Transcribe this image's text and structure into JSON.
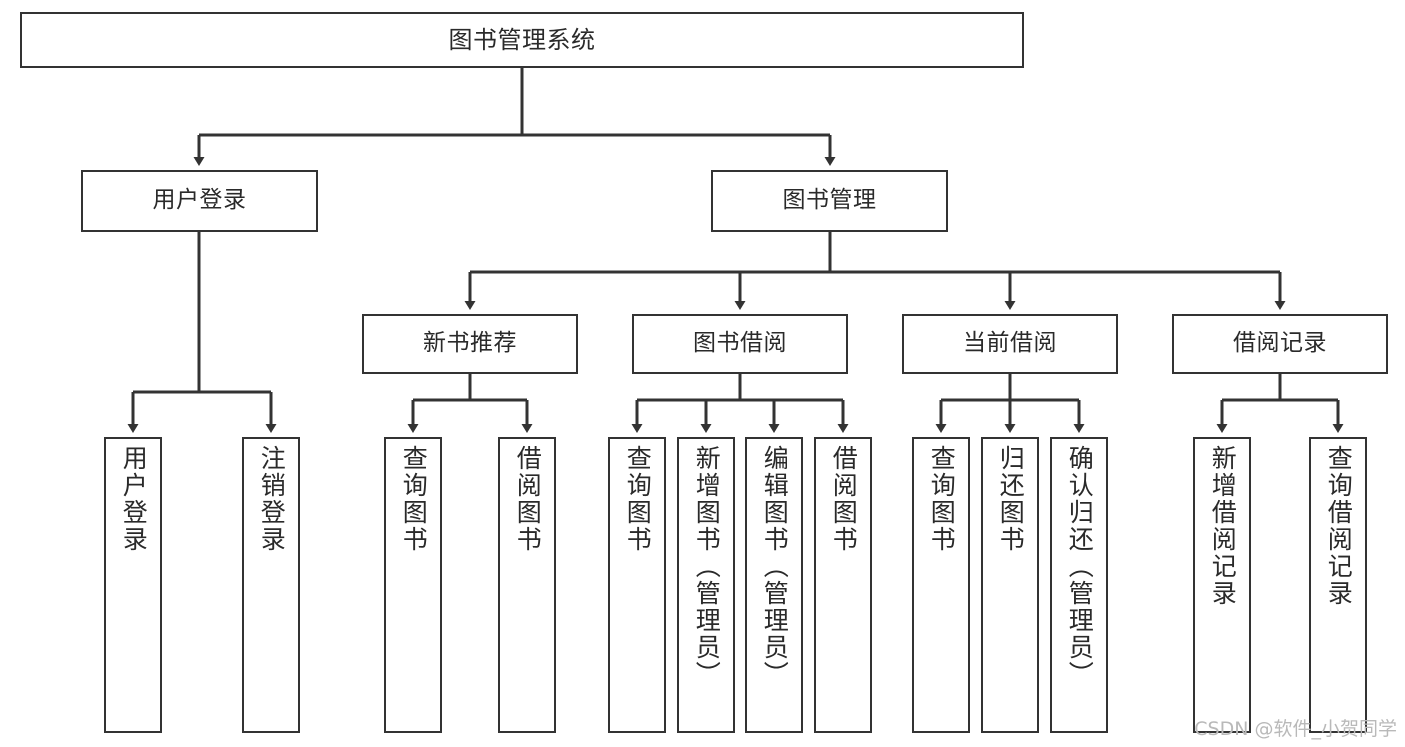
{
  "diagram": {
    "type": "tree-hierarchy",
    "title": "图书管理系统",
    "watermark": "CSDN @软件_小贺同学",
    "colors": {
      "box_border": "#333333",
      "box_fill": "#ffffff",
      "edge": "#333333",
      "text": "#2a2a2a",
      "watermark": "#b9b9b9",
      "background": "#ffffff"
    },
    "nodes": {
      "root": {
        "label": "图书管理系统"
      },
      "level1": [
        {
          "id": "user-login",
          "label": "用户登录"
        },
        {
          "id": "book-manage",
          "label": "图书管理"
        }
      ],
      "level2": [
        {
          "id": "new-book-rec",
          "label": "新书推荐"
        },
        {
          "id": "book-borrow",
          "label": "图书借阅"
        },
        {
          "id": "current-borrow",
          "label": "当前借阅"
        },
        {
          "id": "borrow-record",
          "label": "借阅记录"
        }
      ],
      "leaves": [
        {
          "id": "leaf-user-login",
          "label": "用户登录",
          "parent": "user-login"
        },
        {
          "id": "leaf-user-logout",
          "label": "注销登录",
          "parent": "user-login"
        },
        {
          "id": "leaf-query-book-1",
          "label": "查询图书",
          "parent": "new-book-rec"
        },
        {
          "id": "leaf-borrow-book-1",
          "label": "借阅图书",
          "parent": "new-book-rec"
        },
        {
          "id": "leaf-query-book-2",
          "label": "查询图书",
          "parent": "book-borrow"
        },
        {
          "id": "leaf-add-book",
          "label": "新增图书（管理员）",
          "parent": "book-borrow"
        },
        {
          "id": "leaf-edit-book",
          "label": "编辑图书（管理员）",
          "parent": "book-borrow"
        },
        {
          "id": "leaf-borrow-book-2",
          "label": "借阅图书",
          "parent": "book-borrow"
        },
        {
          "id": "leaf-query-book-3",
          "label": "查询图书",
          "parent": "current-borrow"
        },
        {
          "id": "leaf-return-book",
          "label": "归还图书",
          "parent": "current-borrow"
        },
        {
          "id": "leaf-confirm-return",
          "label": "确认归还（管理员）",
          "parent": "current-borrow"
        },
        {
          "id": "leaf-add-record",
          "label": "新增借阅记录",
          "parent": "borrow-record"
        },
        {
          "id": "leaf-query-record",
          "label": "查询借阅记录",
          "parent": "borrow-record"
        }
      ]
    }
  }
}
